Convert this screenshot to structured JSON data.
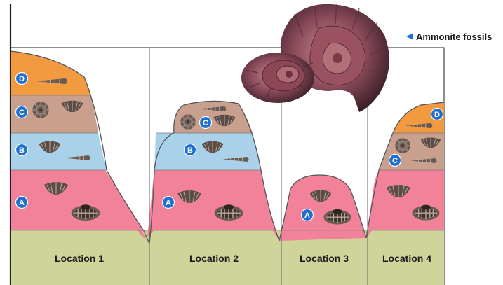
{
  "legend": {
    "label": "Ammonite fossils",
    "arrow_color": "#1f6fd1"
  },
  "colors": {
    "ground": "#cfd49a",
    "layer_A": "#f2829a",
    "layer_B": "#a9d2ea",
    "layer_C": "#c9a08e",
    "layer_D": "#f29a40",
    "badge": "#1f6fd1",
    "fossil": "#5a4a44",
    "ammonite": "#8a4a5a"
  },
  "locations": [
    {
      "label": "Location 1",
      "layers": [
        "A",
        "B",
        "C",
        "D"
      ]
    },
    {
      "label": "Location 2",
      "layers": [
        "A",
        "B",
        "C"
      ]
    },
    {
      "label": "Location 3",
      "layers": [
        "A"
      ]
    },
    {
      "label": "Location 4",
      "layers": [
        "A",
        "C",
        "D"
      ]
    }
  ],
  "badges": {
    "loc1": {
      "a": "A",
      "b": "B",
      "c": "C",
      "d": "D"
    },
    "loc2": {
      "a": "A",
      "b": "B",
      "c": "C"
    },
    "loc3": {
      "a": "A"
    },
    "loc4": {
      "c": "C",
      "d": "D"
    }
  },
  "icons": [
    "trilobite-fossil-icon",
    "horn-coral-fossil-icon",
    "brachiopod-fossil-icon",
    "ammonite-fossil-icon",
    "arrow-left-icon"
  ]
}
